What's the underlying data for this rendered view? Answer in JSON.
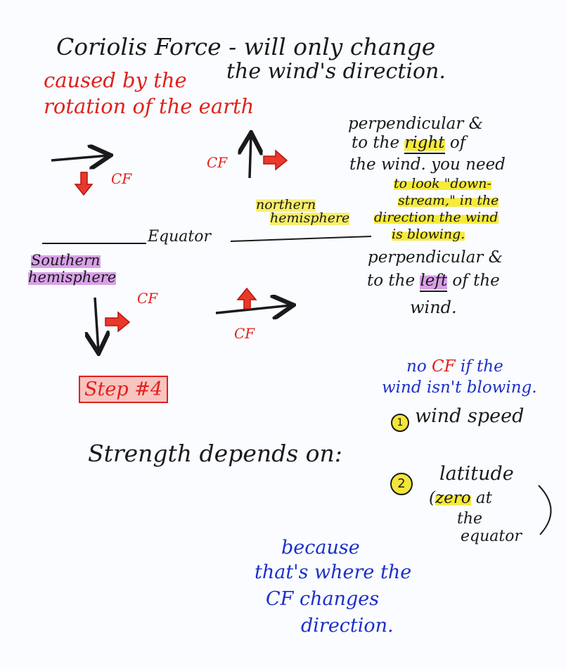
{
  "title_line1": "Coriolis Force - will only change",
  "title_line2": "the wind's direction.",
  "cause_line1": "caused by the",
  "cause_line2": "rotation of the earth",
  "cf_label": "CF",
  "northern_hemisphere": {
    "line1": "northern",
    "line2": "hemisphere"
  },
  "equator_label": "Equator",
  "southern_hemisphere": {
    "line1": "Southern",
    "line2": "hemisphere"
  },
  "north_rule": {
    "line1": "perpendicular &",
    "line2_a": "to the ",
    "line2_b": "right",
    "line2_c": " of",
    "line3": "the wind. you need",
    "line4": "to look \"down-",
    "line5": "stream,\" in the",
    "line6": "direction the wind",
    "line7": "is blowing."
  },
  "south_rule": {
    "line1": "perpendicular &",
    "line2_a": "to the ",
    "line2_b": "left",
    "line2_c": " of the",
    "line3": "wind."
  },
  "step_label": "Step #4",
  "no_cf": {
    "a": "no ",
    "b": "CF",
    "c": " if the",
    "line2": "wind isn't blowing."
  },
  "strength": "Strength depends on:",
  "factor1": {
    "num": "1",
    "label": "wind speed"
  },
  "factor2": {
    "num": "2",
    "label": "latitude",
    "paren_a": "(",
    "zero": "zero",
    "paren_b": " at",
    "line3": "the",
    "line4": "equator"
  },
  "because": {
    "line1": "because",
    "line2": "that's where the",
    "line3": "CF changes",
    "line4": "direction."
  },
  "colors": {
    "ink": "#1a1a1a",
    "red": "#e0201c",
    "blue": "#1c2fc8",
    "highlight_yellow": "#f6ea3a",
    "highlight_purple": "#d9a0e8"
  }
}
